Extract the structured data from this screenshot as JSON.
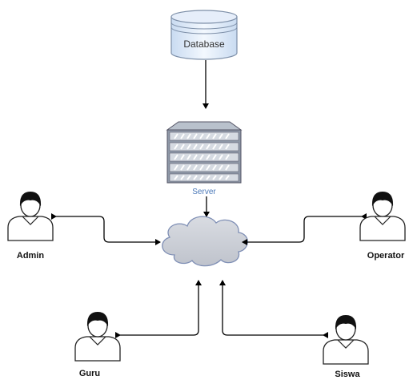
{
  "database": {
    "label": "Database"
  },
  "server": {
    "label": "Server"
  },
  "actors": {
    "admin": {
      "label": "Admin"
    },
    "operator": {
      "label": "Operator"
    },
    "guru": {
      "label": "Guru"
    },
    "siswa": {
      "label": "Siswa"
    }
  },
  "colors": {
    "cylinder_fill": "#dbe8f7",
    "cylinder_stroke": "#7d8fa8",
    "server_panel": "#c5ccd6",
    "server_stripe": "#ffffff",
    "cloud_fill": "#cfd2d9",
    "cloud_stroke": "#7f8fb5",
    "line": "#000000"
  },
  "icons": {
    "database": "database-cylinder-icon",
    "server": "server-rack-icon",
    "cloud": "cloud-icon",
    "user": "user-icon"
  }
}
